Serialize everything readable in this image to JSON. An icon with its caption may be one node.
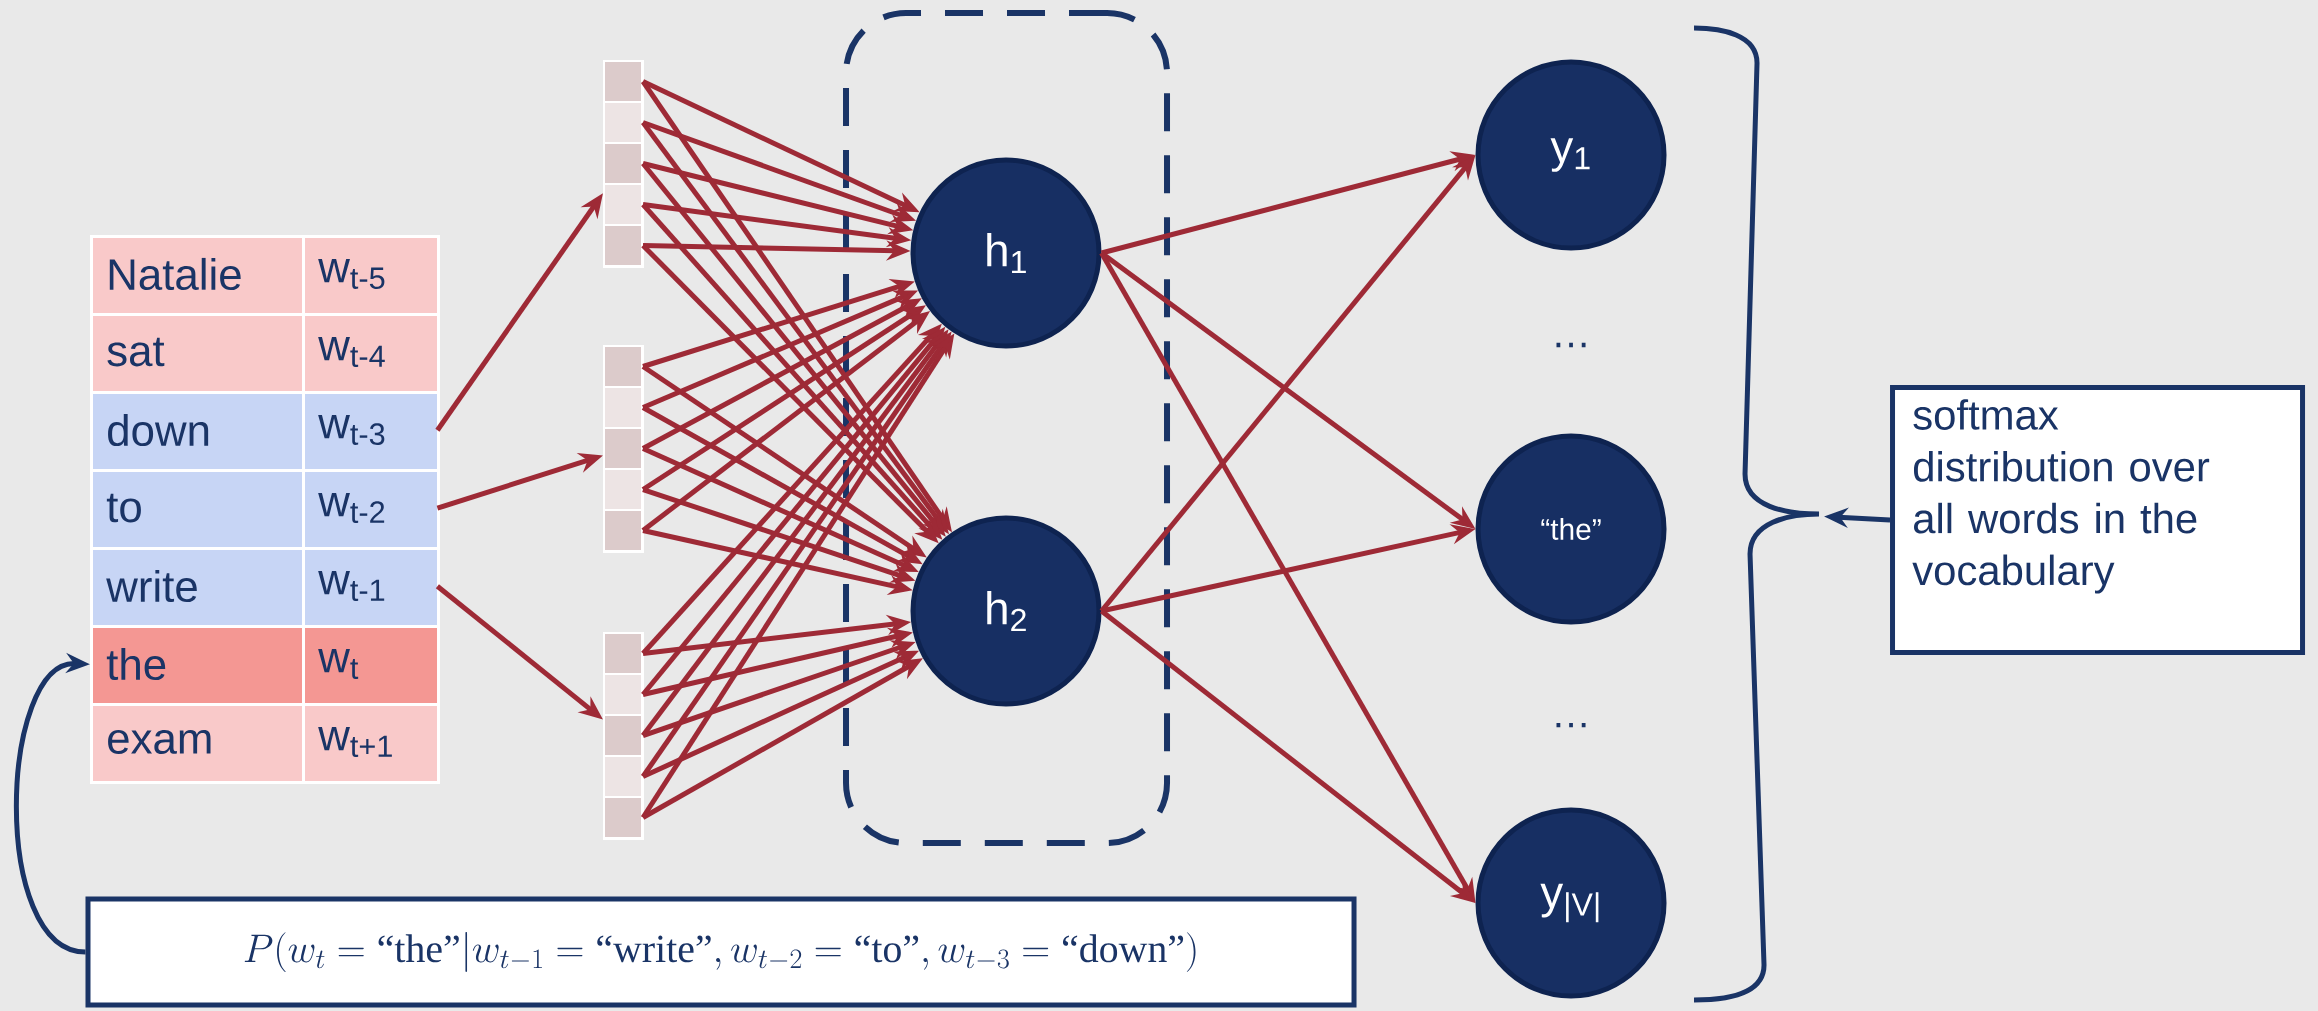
{
  "diagram": {
    "nodes": [
      {
        "text": [
          "Natalie",
          "w$_{t-5}$"
        ]
      },
      {
        "text": [
          "sat",
          "w$_{t-4}$"
        ]
      },
      {
        "text": [
          "down",
          "w$_{t-3}$"
        ]
      },
      {
        "text": [
          "to",
          "w$_{t-2}$"
        ]
      },
      {
        "text": [
          "write",
          "w$_{t-1}$"
        ]
      },
      {
        "text": [
          "the",
          "w$_{t}$"
        ]
      },
      {
        "text": [
          "exam",
          "w$_{t+1}$"
        ]
      },
      {
        "text": [],
        "shape": "bar"
      },
      {
        "text": [],
        "shape": "box",
        "in": 7
      },
      {
        "text": [],
        "shape": "box",
        "in": 7
      },
      {
        "text": [],
        "shape": "box",
        "in": 7
      },
      {
        "text": [],
        "shape": "box",
        "in": 7
      },
      {
        "text": [],
        "shape": "box",
        "in": 7
      },
      {
        "text": [],
        "shape": "bar"
      },
      {
        "text": [],
        "shape": "box",
        "in": 13
      },
      {
        "text": [],
        "shape": "box",
        "in": 13
      },
      {
        "text": [],
        "shape": "box",
        "in": 13
      },
      {
        "text": [],
        "shape": "box",
        "in": 13
      },
      {
        "text": [],
        "shape": "box",
        "in": 13
      },
      {
        "text": [],
        "shape": "bar"
      },
      {
        "text": [],
        "shape": "box",
        "in": 19
      },
      {
        "text": [],
        "shape": "box",
        "in": 19
      },
      {
        "text": [],
        "shape": "box",
        "in": 19
      },
      {
        "text": [],
        "shape": "box",
        "in": 19
      },
      {
        "text": [],
        "shape": "box",
        "in": 19
      },
      {
        "text": [],
        "shape": "box"
      },
      {
        "text": [
          "h$_{1}$"
        ],
        "in": 25
      },
      {
        "text": [
          "h$_{2}$"
        ],
        "in": 25
      },
      {
        "text": [
          "y$_{1}$"
        ]
      },
      {
        "text": [
          "“the”"
        ]
      },
      {
        "text": [
          "y$_{|V|}$"
        ]
      },
      {
        "text": [],
        "shape": "brace"
      },
      {
        "text": [
          "softmax distribution over all words in the vocabulary"
        ]
      },
      {
        "text": [
          "P(w_t = \\text{“the”}|w_{t-1} = \\text{“write”}, w_{t-2} = \\text{“to”}, w_{t-3} = \\text{“down”})"
        ]
      }
    ],
    "edges": [
      {
        "from": 2,
        "to": 7,
        "arrow": "to"
      },
      {
        "from": 3,
        "to": 13,
        "arrow": "to"
      },
      {
        "from": 4,
        "to": 19,
        "arrow": "to"
      },
      {
        "from": 8,
        "to": 26,
        "arrow": "to"
      },
      {
        "from": 8,
        "to": 27,
        "arrow": "to"
      },
      {
        "from": 9,
        "to": 26,
        "arrow": "to"
      },
      {
        "from": 9,
        "to": 27,
        "arrow": "to"
      },
      {
        "from": 10,
        "to": 26,
        "arrow": "to"
      },
      {
        "from": 10,
        "to": 27,
        "arrow": "to"
      },
      {
        "from": 11,
        "to": 26,
        "arrow": "to"
      },
      {
        "from": 11,
        "to": 27,
        "arrow": "to"
      },
      {
        "from": 12,
        "to": 26,
        "arrow": "to"
      },
      {
        "from": 12,
        "to": 27,
        "arrow": "to"
      },
      {
        "from": 14,
        "to": 26,
        "arrow": "to"
      },
      {
        "from": 14,
        "to": 27,
        "arrow": "to"
      },
      {
        "from": 15,
        "to": 26,
        "arrow": "to"
      },
      {
        "from": 15,
        "to": 27,
        "arrow": "to"
      },
      {
        "from": 16,
        "to": 26,
        "arrow": "to"
      },
      {
        "from": 16,
        "to": 27,
        "arrow": "to"
      },
      {
        "from": 17,
        "to": 26,
        "arrow": "to"
      },
      {
        "from": 17,
        "to": 27,
        "arrow": "to"
      },
      {
        "from": 18,
        "to": 26,
        "arrow": "to"
      },
      {
        "from": 18,
        "to": 27,
        "arrow": "to"
      },
      {
        "from": 20,
        "to": 26,
        "arrow": "to"
      },
      {
        "from": 20,
        "to": 27,
        "arrow": "to"
      },
      {
        "from": 21,
        "to": 26,
        "arrow": "to"
      },
      {
        "from": 21,
        "to": 27,
        "arrow": "to"
      },
      {
        "from": 22,
        "to": 26,
        "arrow": "to"
      },
      {
        "from": 22,
        "to": 27,
        "arrow": "to"
      },
      {
        "from": 23,
        "to": 26,
        "arrow": "to"
      },
      {
        "from": 23,
        "to": 27,
        "arrow": "to"
      },
      {
        "from": 24,
        "to": 26,
        "arrow": "to"
      },
      {
        "from": 24,
        "to": 27,
        "arrow": "to"
      },
      {
        "from": 26,
        "to": 28,
        "arrow": "to"
      },
      {
        "from": 26,
        "to": 29,
        "arrow": "to"
      },
      {
        "from": 26,
        "to": 30,
        "arrow": "to"
      },
      {
        "from": 27,
        "to": 28,
        "arrow": "to"
      },
      {
        "from": 27,
        "to": 29,
        "arrow": "to"
      },
      {
        "from": 27,
        "to": 30,
        "arrow": "to"
      },
      {
        "from": 32,
        "to": 31,
        "arrow": "to",
        "color": "#1a3466"
      },
      {
        "from": 33,
        "to": 5,
        "arrow": "to",
        "color": "#1a3466"
      }
    ],
    "labels": [
      "…",
      "…"
    ]
  }
}
